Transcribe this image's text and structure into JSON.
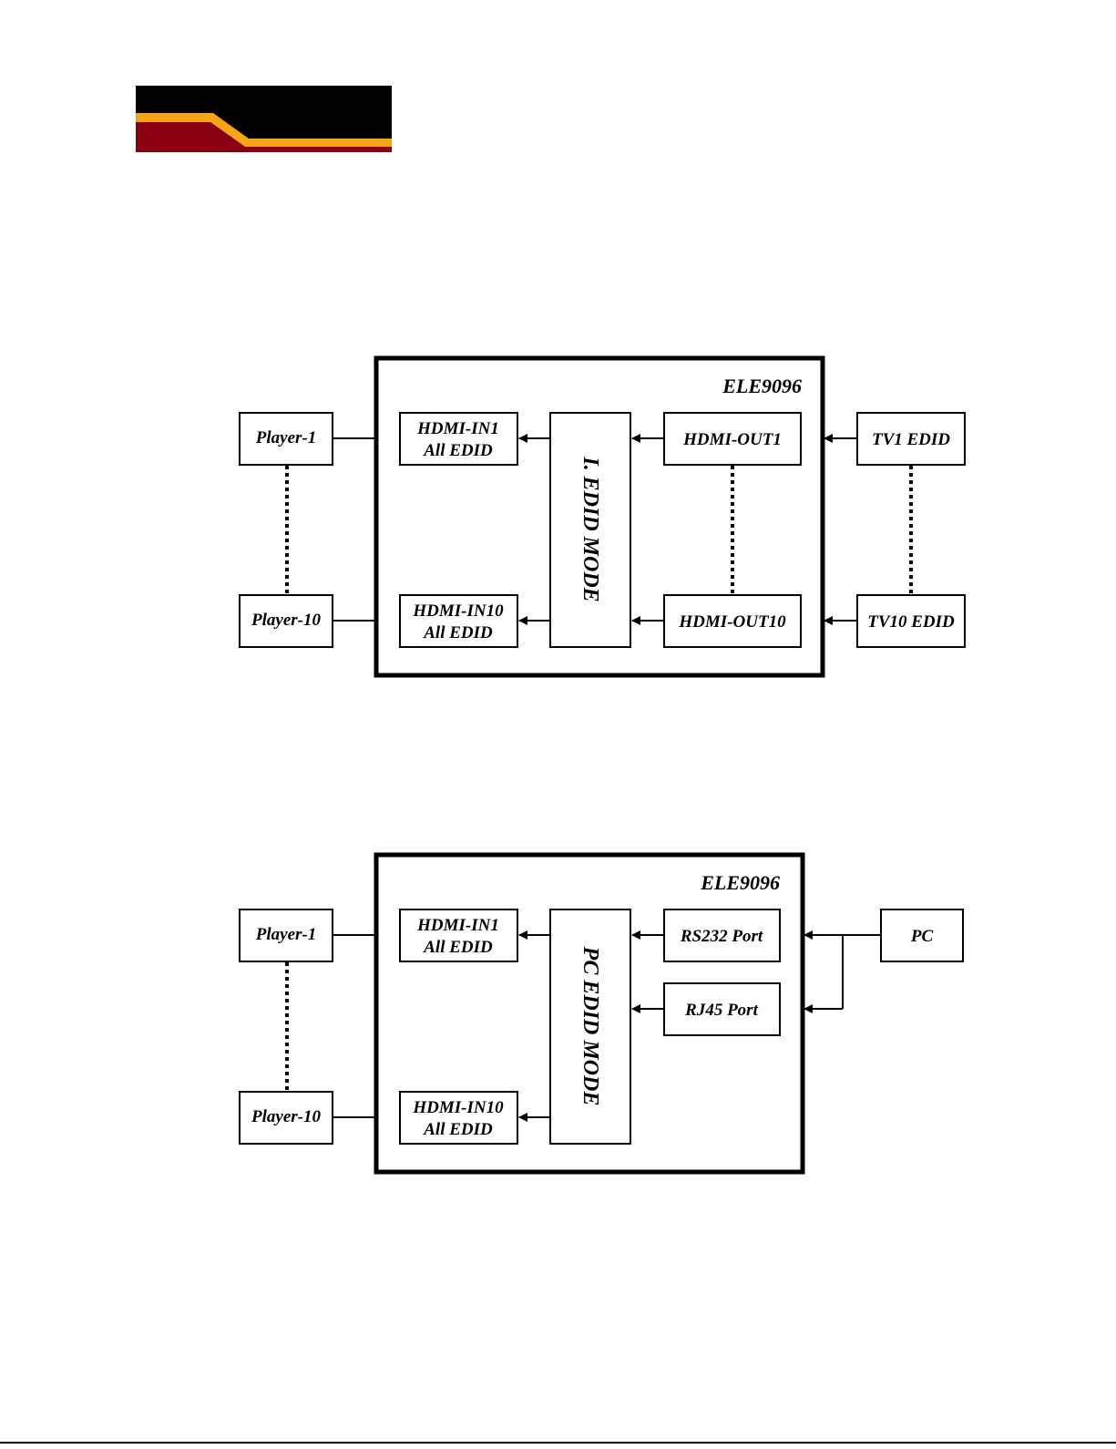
{
  "colors": {
    "banner_black": "#000000",
    "banner_red": "#8b0010",
    "banner_stripe": "#f5a617",
    "line": "#000000"
  },
  "diagram1": {
    "device_label": "ELE9096",
    "mode_label": "I. EDID MODE",
    "players": [
      "Player-1",
      "Player-10"
    ],
    "inputs": [
      {
        "line1": "HDMI-IN1",
        "line2": "All EDID"
      },
      {
        "line1": "HDMI-IN10",
        "line2": "All EDID"
      }
    ],
    "outputs": [
      "HDMI-OUT1",
      "HDMI-OUT10"
    ],
    "tvs": [
      "TV1 EDID",
      "TV10 EDID"
    ]
  },
  "diagram2": {
    "device_label": "ELE9096",
    "mode_label": "PC EDID MODE",
    "players": [
      "Player-1",
      "Player-10"
    ],
    "inputs": [
      {
        "line1": "HDMI-IN1",
        "line2": "All EDID"
      },
      {
        "line1": "HDMI-IN10",
        "line2": "All EDID"
      }
    ],
    "ports": [
      "RS232 Port",
      "RJ45 Port"
    ],
    "pc": "PC"
  }
}
